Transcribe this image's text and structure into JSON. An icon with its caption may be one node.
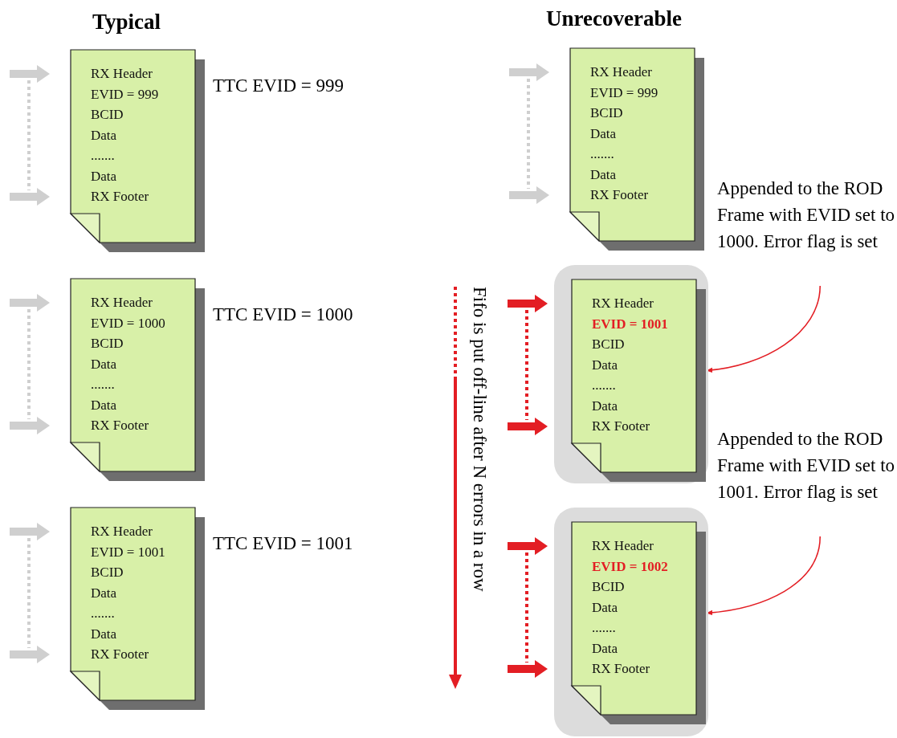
{
  "diagram": {
    "nodes": [
      {
        "text": [
          "RX Header",
          "EVID = 999",
          "BCID",
          "Data",
          ".......",
          "Data",
          "RX Footer"
        ],
        "beside": [
          "TTC EVID = 999"
        ]
      },
      {
        "text": [
          "RX Header",
          "EVID = 1000",
          "BCID",
          "Data",
          ".......",
          "Data",
          "RX Footer"
        ],
        "beside": [
          "TTC EVID = 1000"
        ]
      },
      {
        "text": [
          "RX Header",
          "EVID = 1001",
          "BCID",
          "Data",
          ".......",
          "Data",
          "RX Footer"
        ],
        "beside": [
          "TTC EVID = 1001"
        ]
      },
      {
        "text": [
          "RX Header",
          "EVID = 999",
          "BCID",
          "Data",
          ".......",
          "Data",
          "RX Footer"
        ]
      },
      {
        "text": [
          "Appended to the ROD Frame with EVID set to 1000. Error flag is set"
        ]
      },
      {
        "text": [],
        "shape": "box"
      },
      {
        "text": [
          "RX Header",
          "EVID = 1001",
          "BCID",
          "Data",
          ".......",
          "Data",
          "RX Footer"
        ],
        "in": 5
      },
      {
        "text": [
          "Appended to the ROD Frame with EVID set to 1001. Error flag is set"
        ]
      },
      {
        "text": [],
        "shape": "box"
      },
      {
        "text": [
          "RX Header",
          "EVID = 1002",
          "BCID",
          "Data",
          ".......",
          "Data",
          "RX Footer"
        ],
        "in": 8
      }
    ],
    "edges": [
      {
        "from": 4,
        "to": 6,
        "arrow": "to",
        "color": "#e31e24"
      },
      {
        "from": 7,
        "to": 9,
        "arrow": "to",
        "color": "#e31e24"
      }
    ],
    "labels": [
      "Typical",
      "Unrecoverable",
      "Fifo is put off-line after N errors in a row"
    ]
  }
}
